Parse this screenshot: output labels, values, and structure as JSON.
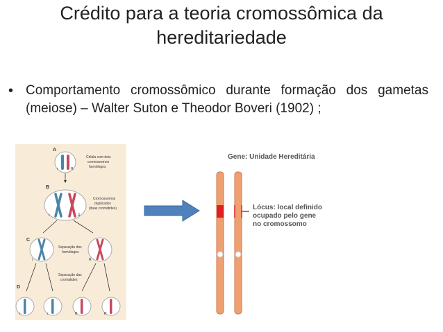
{
  "slide": {
    "title_line1": "Crédito para a teoria cromossômica da",
    "title_line2": "hereditariedade",
    "bullet": "•",
    "bullet_text": "Comportamento cromossômico durante formação dos gametas (meiose) – Walter Suton e Theodor Boveri (1902) ;"
  },
  "meiosis_figure": {
    "stage_a": "A",
    "stage_b": "B",
    "stage_c": "C",
    "stage_d": "D",
    "cell_note_1": "Célula com dois",
    "cell_note_2": "cromossomos",
    "cell_note_3": "homólogos",
    "dup_note_1": "Cromossomos",
    "dup_note_2": "duplicados",
    "dup_note_3": "(duas cromátides)",
    "sep_homologs_1": "Separação dos",
    "sep_homologs_2": "homólogos",
    "sep_chromatids_1": "Separação das",
    "sep_chromatids_2": "cromátides",
    "allele_r": "r",
    "allele_R": "R"
  },
  "gene_figure": {
    "heading": "Gene: Unidade Hereditária",
    "locus_line1": "Lócus: local definido",
    "locus_line2": "ocupado pelo gene",
    "locus_line3": "no cromossomo"
  },
  "colors": {
    "panel_bg": "#f8ecd9",
    "chromosome_blue": "#4a86a8",
    "chromosome_red": "#c8485a",
    "arrow": "#4f81bd",
    "gene_orange": "#f0a070",
    "locus_red": "#e02020"
  }
}
